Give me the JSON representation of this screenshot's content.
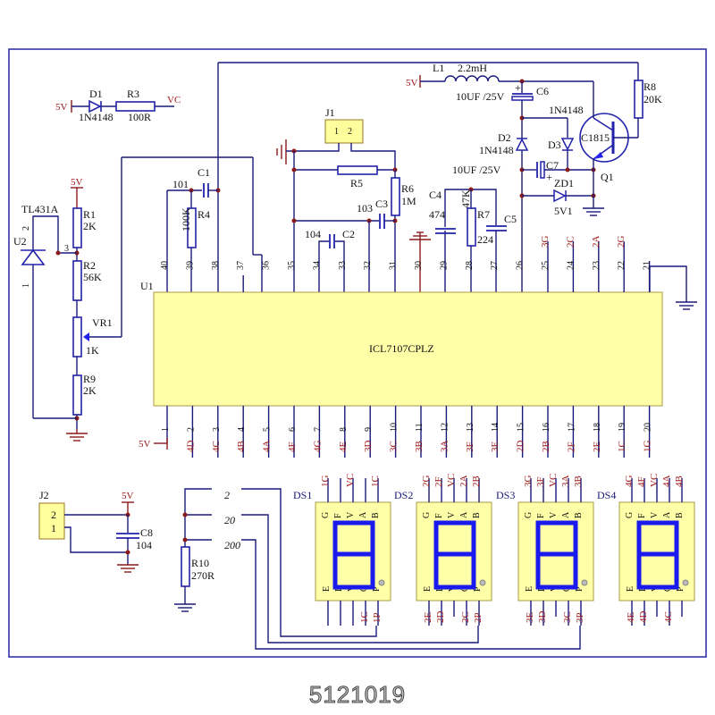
{
  "diagram": {
    "type": "schematic",
    "caption": "5121019",
    "colors": {
      "wire": "#1a1a7a",
      "power_wire": "#8b1a1a",
      "chip_fill": "#ffffa8",
      "segment": "#1a1aee",
      "net_label": "#a01818"
    },
    "chip": {
      "ref": "U1",
      "part": "ICL7107CPLZ",
      "top_pins": [
        "40",
        "39",
        "38",
        "37",
        "36",
        "35",
        "34",
        "33",
        "32",
        "31",
        "30",
        "29",
        "28",
        "27",
        "26",
        "25",
        "24",
        "23",
        "22",
        "21"
      ],
      "top_nets": {
        "25": "3G",
        "24": "2C",
        "23": "2A",
        "22": "2G"
      },
      "bottom_pins": [
        "1",
        "2",
        "3",
        "4",
        "5",
        "6",
        "7",
        "8",
        "9",
        "10",
        "11",
        "12",
        "13",
        "14",
        "15",
        "16",
        "17",
        "18",
        "19",
        "20"
      ],
      "bottom_nets": [
        "",
        "4D",
        "4C",
        "4B",
        "4A",
        "4F",
        "4G",
        "4E",
        "3D",
        "3C",
        "3B",
        "3A",
        "3F",
        "3E",
        "2D",
        "2B",
        "2F",
        "2E",
        "1C",
        "1G"
      ],
      "pin1_supply": "5V"
    },
    "power": {
      "vcc": "5V",
      "vc": "VC"
    },
    "components": {
      "D1": {
        "ref": "D1",
        "value": "1N4148"
      },
      "R3": {
        "ref": "R3",
        "value": "100R"
      },
      "U2": {
        "ref": "U2",
        "value": "TL431A",
        "pin_a": "2",
        "pin_b": "3",
        "pin_c": "1"
      },
      "R1": {
        "ref": "R1",
        "value": "2K"
      },
      "R2": {
        "ref": "R2",
        "value": "56K"
      },
      "VR1": {
        "ref": "VR1",
        "value": "1K"
      },
      "R9": {
        "ref": "R9",
        "value": "2K"
      },
      "C1": {
        "ref": "C1",
        "value": "101"
      },
      "R4": {
        "ref": "R4",
        "value": "100K"
      },
      "J1": {
        "ref": "J1",
        "pin1": "1",
        "pin2": "2"
      },
      "R5": {
        "ref": "R5",
        "value": ""
      },
      "R6": {
        "ref": "R6",
        "value": "1M"
      },
      "C3": {
        "ref": "C3",
        "value": "103"
      },
      "C2": {
        "ref": "C2",
        "value": "104"
      },
      "C4": {
        "ref": "C4",
        "value": "474"
      },
      "R7": {
        "ref": "R7",
        "value": "47K"
      },
      "C5": {
        "ref": "C5",
        "value": "224"
      },
      "L1": {
        "ref": "L1",
        "value": "2.2mH"
      },
      "C6": {
        "ref": "C6",
        "value": "10UF /25V"
      },
      "D2": {
        "ref": "D2",
        "value": "1N4148"
      },
      "D3": {
        "ref": "D3",
        "value": "1N4148"
      },
      "C7": {
        "ref": "C7",
        "value": "10UF /25V"
      },
      "ZD1": {
        "ref": "ZD1",
        "value": "5V1"
      },
      "Q1": {
        "ref": "Q1",
        "value": "C1815"
      },
      "R8": {
        "ref": "R8",
        "value": "20K"
      },
      "J2": {
        "ref": "J2",
        "pin2": "2",
        "pin1": "1"
      },
      "C8": {
        "ref": "C8",
        "value": "104"
      },
      "R10": {
        "ref": "R10",
        "value": "270R"
      }
    },
    "range_labels": [
      "2",
      "20",
      "200"
    ],
    "displays": [
      {
        "ref": "DS1",
        "top_pins": [
          "G",
          "F",
          "V",
          "A",
          "B"
        ],
        "bottom_pins": [
          "E",
          "D",
          "V",
          "C",
          "P"
        ],
        "top_nets": [
          "1G",
          "",
          "VC",
          "",
          "1C"
        ],
        "bottom_nets": [
          "",
          "",
          "",
          "1C",
          "1P"
        ]
      },
      {
        "ref": "DS2",
        "top_pins": [
          "G",
          "F",
          "V",
          "A",
          "B"
        ],
        "bottom_pins": [
          "E",
          "D",
          "V",
          "C",
          "P"
        ],
        "top_nets": [
          "2G",
          "2F",
          "VC",
          "2A",
          "2B"
        ],
        "bottom_nets": [
          "2E",
          "2D",
          "",
          "2C",
          "2P"
        ]
      },
      {
        "ref": "DS3",
        "top_pins": [
          "G",
          "F",
          "V",
          "A",
          "B"
        ],
        "bottom_pins": [
          "E",
          "D",
          "V",
          "C",
          "P"
        ],
        "top_nets": [
          "3G",
          "3F",
          "VC",
          "3A",
          "3B"
        ],
        "bottom_nets": [
          "3E",
          "3D",
          "",
          "3C",
          "3P"
        ]
      },
      {
        "ref": "DS4",
        "top_pins": [
          "G",
          "F",
          "V",
          "A",
          "B"
        ],
        "bottom_pins": [
          "E",
          "D",
          "V",
          "C",
          "P"
        ],
        "top_nets": [
          "4G",
          "4F",
          "VC",
          "4A",
          "4B"
        ],
        "bottom_nets": [
          "4E",
          "4D",
          "",
          "4C",
          ""
        ]
      }
    ]
  }
}
